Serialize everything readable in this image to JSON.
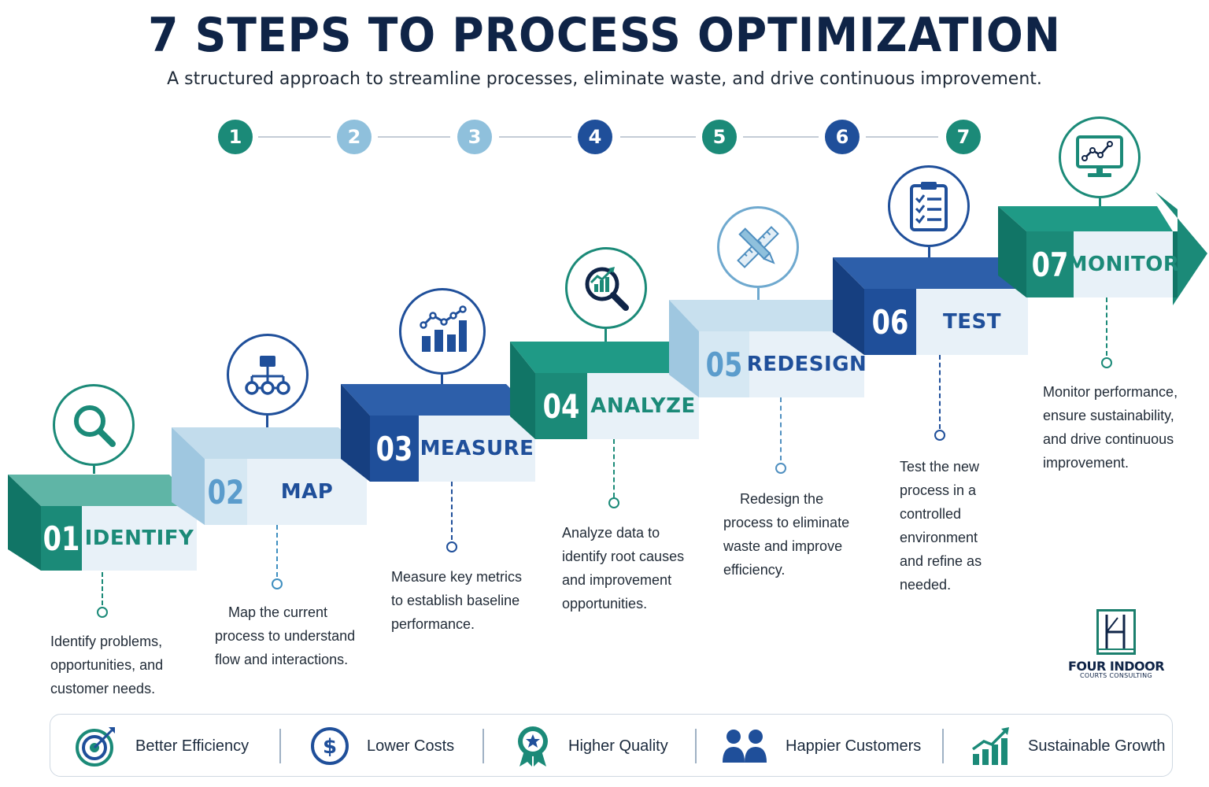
{
  "header": {
    "title": "7 STEPS TO PROCESS OPTIMIZATION",
    "subtitle": "A structured approach to streamline processes, eliminate waste, and drive continuous improvement."
  },
  "colors": {
    "navy": "#0f2447",
    "teal": "#1b8a78",
    "light_blue": "#8fc0dc",
    "blue": "#1f4f9a",
    "label_bg": "#e8f1f8"
  },
  "step_numbers": [
    "1",
    "2",
    "3",
    "4",
    "5",
    "6",
    "7"
  ],
  "steps": [
    {
      "number": "01",
      "label": "IDENTIFY",
      "icon": "magnifier-icon",
      "color": "#1b8a78",
      "description": [
        "Identify problems,",
        "opportunities, and",
        "customer needs."
      ]
    },
    {
      "number": "02",
      "label": "MAP",
      "icon": "flowchart-icon",
      "color": "#8fc0dc",
      "description": [
        "Map the current",
        "process to understand",
        "flow and interactions."
      ]
    },
    {
      "number": "03",
      "label": "MEASURE",
      "icon": "bar-chart-icon",
      "color": "#1f4f9a",
      "description": [
        "Measure key metrics",
        "to establish baseline",
        "performance."
      ]
    },
    {
      "number": "04",
      "label": "ANALYZE",
      "icon": "analysis-magnifier-icon",
      "color": "#1b8a78",
      "description": [
        "Analyze data to",
        "identify root causes",
        "and improvement",
        "opportunities."
      ]
    },
    {
      "number": "05",
      "label": "REDESIGN",
      "icon": "ruler-pencil-icon",
      "color": "#8fc0dc",
      "description": [
        "Redesign the",
        "process to eliminate",
        "waste and improve",
        "efficiency."
      ]
    },
    {
      "number": "06",
      "label": "TEST",
      "icon": "clipboard-checklist-icon",
      "color": "#1f4f9a",
      "description": [
        "Test the new",
        "process in a",
        "controlled",
        "environment",
        "and refine as",
        "needed."
      ]
    },
    {
      "number": "07",
      "label": "MONITOR",
      "icon": "monitor-chart-icon",
      "color": "#1b8a78",
      "description": [
        "Monitor performance,",
        "ensure sustainability,",
        "and drive continuous",
        "improvement."
      ]
    }
  ],
  "logo": {
    "name": "FOUR INDOOR",
    "subtitle": "COURTS CONSULTING"
  },
  "benefits": [
    {
      "label": "Better Efficiency",
      "icon": "target-icon"
    },
    {
      "label": "Lower Costs",
      "icon": "dollar-icon"
    },
    {
      "label": "Higher Quality",
      "icon": "quality-badge-icon"
    },
    {
      "label": "Happier Customers",
      "icon": "customers-icon"
    },
    {
      "label": "Sustainable Growth",
      "icon": "growth-chart-icon"
    }
  ]
}
